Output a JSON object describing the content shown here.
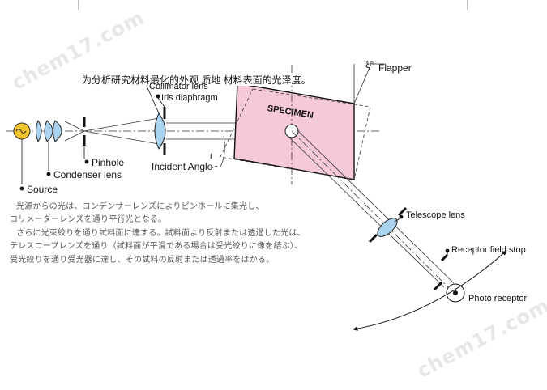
{
  "caption": "为分析研究材料最化的外观 质地 材料表面的光泽度。",
  "watermark": "chem17.com",
  "labels": {
    "flapper": "Flapper",
    "flapper_angle": "ξ°",
    "collimator_lens": "Collimator lens",
    "iris_diaphragm": "Iris diaphragm",
    "specimen": "SPECIMEN",
    "source": "Source",
    "condenser_lens": "Condenser lens",
    "pinhole": "Pinhole",
    "incident_angle": "Incident Angle",
    "incident_angle_symbol": "ι",
    "telescope_lens": "Telescope lens",
    "receptor_field_stop": "Receptor field stop",
    "photo_receptor": "Photo receptor"
  },
  "description_jp": [
    "光源からの光は、コンデンサーレンズによりピンホールに集光し、",
    "コリメーターレンズを通り平行光となる。",
    "さらに光束絞りを通り試料面に達する。試料面より反射または透過した光は、",
    "テレスコープレンズを通り（試料面が平滑である場合は受光絞りに像を結ぶ）、",
    "受光絞りを通り受光器に達し、その試料の反射または透過率をはかる。"
  ],
  "colors": {
    "specimen_fill": "#f6c9d9",
    "lens_fill": "#a9d3ee",
    "source_fill": "#f2c12e",
    "watermark": "#e7e7e7",
    "japanese_text": "#555555"
  }
}
